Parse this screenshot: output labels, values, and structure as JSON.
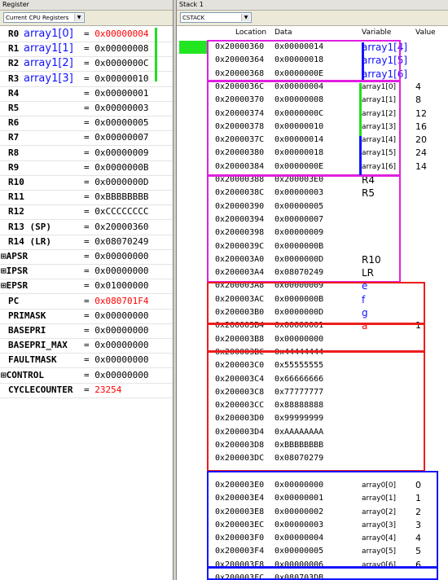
{
  "register_pane": {
    "title": "Register",
    "selector": "Current CPU Registers",
    "rows": [
      {
        "name": "R0",
        "alias": "array1[0]",
        "value": "0x00000004",
        "value_red": true
      },
      {
        "name": "R1",
        "alias": "array1[1]",
        "value": "0x00000008",
        "value_red": false
      },
      {
        "name": "R2",
        "alias": "array1[2]",
        "value": "0x0000000C",
        "value_red": false
      },
      {
        "name": "R3",
        "alias": "array1[3]",
        "value": "0x00000010",
        "value_red": false
      },
      {
        "name": "R4",
        "alias": "",
        "value": "0x00000001",
        "value_red": false
      },
      {
        "name": "R5",
        "alias": "",
        "value": "0x00000003",
        "value_red": false
      },
      {
        "name": "R6",
        "alias": "",
        "value": "0x00000005",
        "value_red": false
      },
      {
        "name": "R7",
        "alias": "",
        "value": "0x00000007",
        "value_red": false
      },
      {
        "name": "R8",
        "alias": "",
        "value": "0x00000009",
        "value_red": false
      },
      {
        "name": "R9",
        "alias": "",
        "value": "0x0000000B",
        "value_red": false
      },
      {
        "name": "R10",
        "alias": "",
        "value": "0x0000000D",
        "value_red": false
      },
      {
        "name": "R11",
        "alias": "",
        "value": "0xBBBBBBBB",
        "value_red": false
      },
      {
        "name": "R12",
        "alias": "",
        "value": "0xCCCCCCCC",
        "value_red": false
      },
      {
        "name": "R13 (SP)",
        "alias": "",
        "value": "0x20000360",
        "value_red": false
      },
      {
        "name": "R14 (LR)",
        "alias": "",
        "value": "0x08070249",
        "value_red": false
      },
      {
        "name": "APSR",
        "alias": "",
        "value": "0x00000000",
        "value_red": false,
        "expandable": true
      },
      {
        "name": "IPSR",
        "alias": "",
        "value": "0x00000000",
        "value_red": false,
        "expandable": true
      },
      {
        "name": "EPSR",
        "alias": "",
        "value": "0x01000000",
        "value_red": false,
        "expandable": true
      },
      {
        "name": "PC",
        "alias": "",
        "value": "0x080701F4",
        "value_red": true
      },
      {
        "name": "PRIMASK",
        "alias": "",
        "value": "0x00000000",
        "value_red": false
      },
      {
        "name": "BASEPRI",
        "alias": "",
        "value": "0x00000000",
        "value_red": false
      },
      {
        "name": "BASEPRI_MAX",
        "alias": "",
        "value": "0x00000000",
        "value_red": false
      },
      {
        "name": "FAULTMASK",
        "alias": "",
        "value": "0x00000000",
        "value_red": false
      },
      {
        "name": "CONTROL",
        "alias": "",
        "value": "0x00000000",
        "value_red": false,
        "expandable": true
      },
      {
        "name": "CYCLECOUNTER",
        "alias": "",
        "value": "23254",
        "value_red": true
      }
    ]
  },
  "stack_pane": {
    "title": "Stack 1",
    "selector": "CSTACK",
    "headers": {
      "location": "Location",
      "data": "Data",
      "variable": "Variable",
      "value": "Value"
    },
    "rows": [
      {
        "loc": "0x20000360",
        "data": "0x00000014",
        "var": "array1[4]",
        "val": "",
        "var_style": "big blue"
      },
      {
        "loc": "0x20000364",
        "data": "0x00000018",
        "var": "array1[5]",
        "val": "",
        "var_style": "big blue"
      },
      {
        "loc": "0x20000368",
        "data": "0x0000000E",
        "var": "array1[6]",
        "val": "",
        "var_style": "big blue"
      },
      {
        "loc": "0x2000036C",
        "data": "0x00000004",
        "var": "array1[0]",
        "val": "4",
        "var_style": ""
      },
      {
        "loc": "0x20000370",
        "data": "0x00000008",
        "var": "array1[1]",
        "val": "8",
        "var_style": ""
      },
      {
        "loc": "0x20000374",
        "data": "0x0000000C",
        "var": "array1[2]",
        "val": "12",
        "var_style": ""
      },
      {
        "loc": "0x20000378",
        "data": "0x00000010",
        "var": "array1[3]",
        "val": "16",
        "var_style": ""
      },
      {
        "loc": "0x2000037C",
        "data": "0x00000014",
        "var": "array1[4]",
        "val": "20",
        "var_style": ""
      },
      {
        "loc": "0x20000380",
        "data": "0x00000018",
        "var": "array1[5]",
        "val": "24",
        "var_style": ""
      },
      {
        "loc": "0x20000384",
        "data": "0x0000000E",
        "var": "array1[6]",
        "val": "14",
        "var_style": ""
      },
      {
        "loc": "0x20000388",
        "data": "0x200003E0",
        "var": "R4",
        "val": "",
        "var_style": "big"
      },
      {
        "loc": "0x2000038C",
        "data": "0x00000003",
        "var": "R5",
        "val": "",
        "var_style": "big"
      },
      {
        "loc": "0x20000390",
        "data": "0x00000005",
        "var": "",
        "val": "",
        "var_style": ""
      },
      {
        "loc": "0x20000394",
        "data": "0x00000007",
        "var": "",
        "val": "",
        "var_style": ""
      },
      {
        "loc": "0x20000398",
        "data": "0x00000009",
        "var": "",
        "val": "",
        "var_style": ""
      },
      {
        "loc": "0x2000039C",
        "data": "0x0000000B",
        "var": "",
        "val": "",
        "var_style": ""
      },
      {
        "loc": "0x200003A0",
        "data": "0x0000000D",
        "var": "R10",
        "val": "",
        "var_style": "big"
      },
      {
        "loc": "0x200003A4",
        "data": "0x08070249",
        "var": "LR",
        "val": "",
        "var_style": "big"
      },
      {
        "loc": "0x200003A8",
        "data": "0x00000009",
        "var": "e",
        "val": "",
        "var_style": "big blue"
      },
      {
        "loc": "0x200003AC",
        "data": "0x0000000B",
        "var": "f",
        "val": "",
        "var_style": "big blue"
      },
      {
        "loc": "0x200003B0",
        "data": "0x0000000D",
        "var": "g",
        "val": "",
        "var_style": "big blue"
      },
      {
        "loc": "0x200003B4",
        "data": "0x00000001",
        "var": "a",
        "val": "1",
        "var_style": "big red"
      },
      {
        "loc": "0x200003B8",
        "data": "0x00000000",
        "var": "",
        "val": "",
        "var_style": ""
      },
      {
        "loc": "0x200003BC",
        "data": "0x44444444",
        "var": "",
        "val": "",
        "var_style": ""
      },
      {
        "loc": "0x200003C0",
        "data": "0x55555555",
        "var": "",
        "val": "",
        "var_style": ""
      },
      {
        "loc": "0x200003C4",
        "data": "0x66666666",
        "var": "",
        "val": "",
        "var_style": ""
      },
      {
        "loc": "0x200003C8",
        "data": "0x77777777",
        "var": "",
        "val": "",
        "var_style": ""
      },
      {
        "loc": "0x200003CC",
        "data": "0x88888888",
        "var": "",
        "val": "",
        "var_style": ""
      },
      {
        "loc": "0x200003D0",
        "data": "0x99999999",
        "var": "",
        "val": "",
        "var_style": ""
      },
      {
        "loc": "0x200003D4",
        "data": "0xAAAAAAAA",
        "var": "",
        "val": "",
        "var_style": ""
      },
      {
        "loc": "0x200003D8",
        "data": "0xBBBBBBBB",
        "var": "",
        "val": "",
        "var_style": ""
      },
      {
        "loc": "0x200003DC",
        "data": "0x08070279",
        "var": "",
        "val": "",
        "var_style": ""
      },
      {
        "loc": "",
        "data": "",
        "var": "",
        "val": "",
        "var_style": ""
      },
      {
        "loc": "0x200003E0",
        "data": "0x00000000",
        "var": "array0[0]",
        "val": "0",
        "var_style": ""
      },
      {
        "loc": "0x200003E4",
        "data": "0x00000001",
        "var": "array0[1]",
        "val": "1",
        "var_style": ""
      },
      {
        "loc": "0x200003E8",
        "data": "0x00000002",
        "var": "array0[2]",
        "val": "2",
        "var_style": ""
      },
      {
        "loc": "0x200003EC",
        "data": "0x00000003",
        "var": "array0[3]",
        "val": "3",
        "var_style": ""
      },
      {
        "loc": "0x200003F0",
        "data": "0x00000004",
        "var": "array0[4]",
        "val": "4",
        "var_style": ""
      },
      {
        "loc": "0x200003F4",
        "data": "0x00000005",
        "var": "array0[5]",
        "val": "5",
        "var_style": ""
      },
      {
        "loc": "0x200003F8",
        "data": "0x00000006",
        "var": "array0[6]",
        "val": "6",
        "var_style": ""
      },
      {
        "loc": "0x200003FC",
        "data": "0x080703DB",
        "var": "",
        "val": "",
        "var_style": ""
      }
    ]
  },
  "colors": {
    "highlight_green": "#22dd22",
    "annot_magenta": "#e020e0",
    "annot_red": "#ee1c1c",
    "annot_blue": "#1414ff"
  }
}
